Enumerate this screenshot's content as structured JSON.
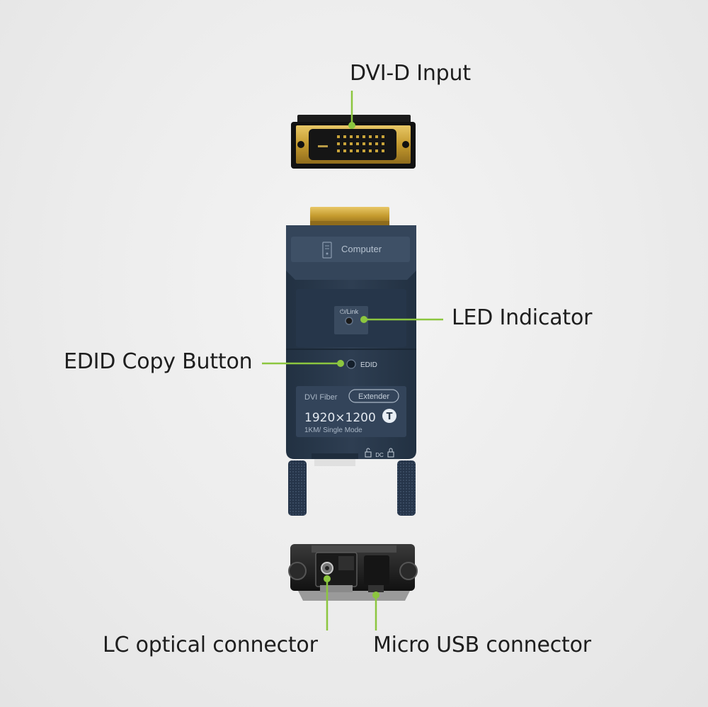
{
  "callouts": {
    "dvi_input": "DVI-D Input",
    "led_indicator": "LED Indicator",
    "edid_button": "EDID Copy Button",
    "lc_connector": "LC optical connector",
    "usb_connector": "Micro USB connector"
  },
  "device": {
    "computer_label": "Computer",
    "link_label": "⏻/Link",
    "edid_label": "EDID",
    "product_line": "DVI Fiber",
    "product_badge": "Extender",
    "resolution": "1920×1200",
    "type_badge": "T",
    "spec": "1KM/ Single Mode",
    "dc_label": "DC"
  },
  "colors": {
    "accent": "#8cc63f",
    "body": "#2b3a4c",
    "gold": "#c9a43a",
    "text": "#1e1e1e"
  }
}
